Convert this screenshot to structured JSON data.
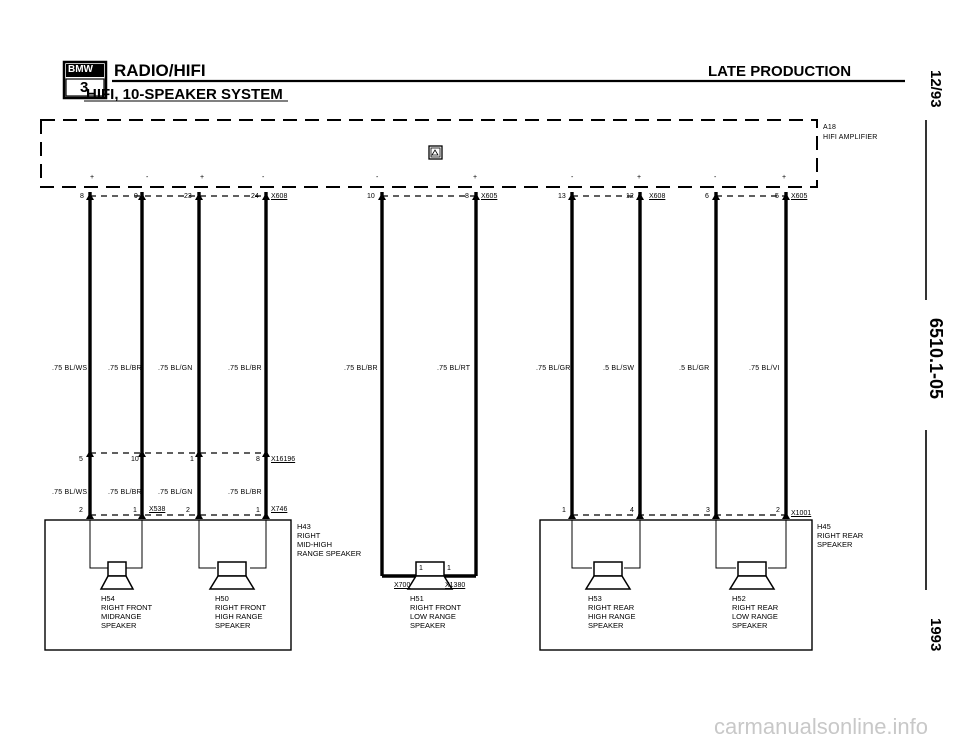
{
  "header": {
    "brand": "BMW",
    "series": "3",
    "system": "RADIO/HIFI",
    "subtitle": "HIFI, 10-SPEAKER SYSTEM",
    "production": "LATE PRODUCTION"
  },
  "sidebar": {
    "date": "12/93",
    "code": "6510.1-05",
    "year": "1993"
  },
  "amplifier": {
    "id": "A18",
    "name": "HIFI AMPLIFIER"
  },
  "polarity": [
    "+",
    "-",
    "+",
    "-",
    "-",
    "+",
    "-",
    "+",
    "-",
    "+"
  ],
  "pins": {
    "p8a": "8",
    "p9": "9",
    "p23": "23",
    "p24": "24",
    "p10a": "10",
    "p8b": "8",
    "p13": "13",
    "p12": "12",
    "p6": "6",
    "p5a": "5",
    "p5b": "5",
    "p10b": "10",
    "p1a": "1",
    "p8c": "8",
    "p2a": "2",
    "p1b": "1",
    "p2b": "2",
    "p1c": "1",
    "p1d": "1",
    "p1e": "1",
    "p1f": "1",
    "p4": "4",
    "p3": "3",
    "p2c": "2"
  },
  "connectors": {
    "x608a": "X608",
    "x605a": "X605",
    "x608b": "X608",
    "x605b": "X605",
    "x16196": "X16196",
    "x538": "X538",
    "x746": "X746",
    "x700": "X700",
    "x1380": "X1380",
    "x1001": "X1001"
  },
  "wires": {
    "w1": ".75 BL/WS",
    "w2": ".75 BL/BR",
    "w3": ".75 BL/GN",
    "w4": ".75 BL/BR",
    "w5": ".75 BL/BR",
    "w6": ".75 BL/RT",
    "w7": ".75 BL/GR",
    "w8": ".5 BL/SW",
    "w9": ".5 BL/GR",
    "w10": ".75 BL/VI",
    "w11": ".75 BL/WS",
    "w12": ".75 BL/BR",
    "w13": ".75 BL/GN",
    "w14": ".75 BL/BR"
  },
  "speakers": {
    "h54": "H54\nRIGHT FRONT\nMIDRANGE\nSPEAKER",
    "h50": "H50\nRIGHT FRONT\nHIGH RANGE\nSPEAKER",
    "h43": "H43\nRIGHT\nMID-HIGH\nRANGE SPEAKER",
    "h51": "H51\nRIGHT FRONT\nLOW RANGE\nSPEAKER",
    "h53": "H53\nRIGHT REAR\nHIGH RANGE\nSPEAKER",
    "h52": "H52\nRIGHT REAR\nLOW RANGE\nSPEAKER",
    "h45": "H45\nRIGHT REAR\nSPEAKER"
  },
  "watermark": "carmanualsonline.info"
}
